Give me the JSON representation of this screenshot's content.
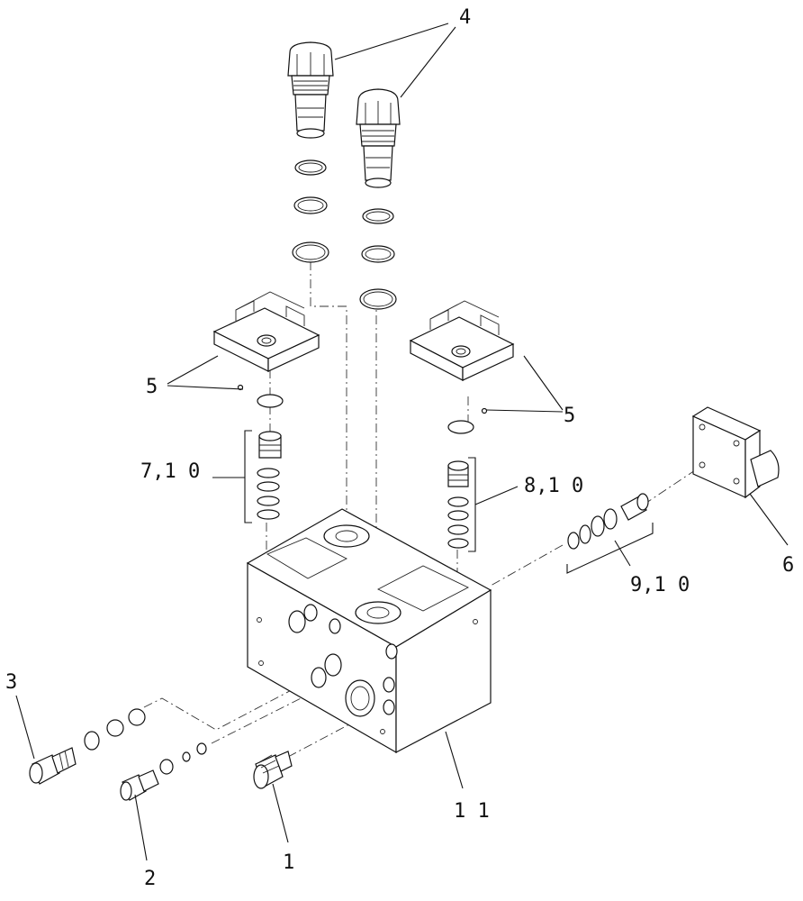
{
  "callouts": [
    {
      "id": "c4",
      "label": "4"
    },
    {
      "id": "c5a",
      "label": "5"
    },
    {
      "id": "c5b",
      "label": "5"
    },
    {
      "id": "c710",
      "label": "7,1 0"
    },
    {
      "id": "c810",
      "label": "8,1 0"
    },
    {
      "id": "c6",
      "label": "6"
    },
    {
      "id": "c910",
      "label": "9,1 0"
    },
    {
      "id": "c3",
      "label": "3"
    },
    {
      "id": "c11",
      "label": "1 1"
    },
    {
      "id": "c1",
      "label": "1"
    },
    {
      "id": "c2",
      "label": "2"
    }
  ]
}
